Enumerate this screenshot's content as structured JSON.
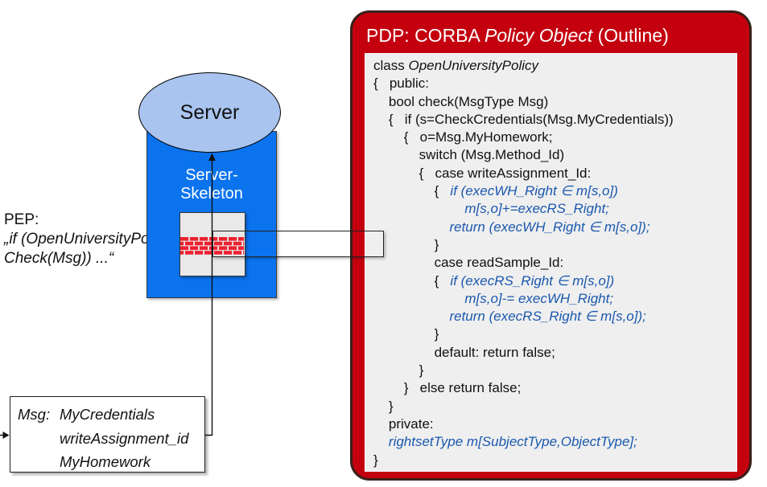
{
  "colors": {
    "accent_red": "#c4000f",
    "panel_border": "#39201a",
    "panel_inner_bg": "#efefef",
    "server_blue": "#0b73ee",
    "ellipse_blue": "#a9c4ee",
    "brick_red": "#ee2130",
    "code_blue": "#1a58ae",
    "text_black": "#111111"
  },
  "pep": {
    "line1": "PEP:",
    "line2": "„if (OpenUniversityPolicy.",
    "line3": "Check(Msg)) ...“"
  },
  "server": {
    "label": "Server",
    "skeleton_line1": "Server-",
    "skeleton_line2": "Skeleton"
  },
  "msg": {
    "label": "Msg:",
    "items": [
      "MyCredentials",
      "writeAssignment_id",
      "MyHomework"
    ]
  },
  "pdp": {
    "title_prefix": "PDP: CORBA ",
    "title_italic": "Policy Object",
    "title_suffix": " (Outline)",
    "code": [
      [
        {
          "t": "class ",
          "s": "k"
        },
        {
          "t": "OpenUniversityPolicy",
          "s": "ki"
        }
      ],
      [
        {
          "t": "{   public:",
          "s": "k"
        }
      ],
      [
        {
          "t": "    bool check(MsgType Msg)",
          "s": "k"
        }
      ],
      [
        {
          "t": "    {   if (s=CheckCredentials(Msg.MyCredentials))",
          "s": "k"
        }
      ],
      [
        {
          "t": "        {   o=Msg.MyHomework;",
          "s": "k"
        }
      ],
      [
        {
          "t": "            switch (Msg.Method_Id)",
          "s": "k"
        }
      ],
      [
        {
          "t": "            {   case writeAssignment_Id:",
          "s": "k"
        }
      ],
      [
        {
          "t": "                {   ",
          "s": "k"
        },
        {
          "t": "if (execWH_Right ∈ m[s,o])",
          "s": "b"
        }
      ],
      [
        {
          "t": "                        ",
          "s": "k"
        },
        {
          "t": "m[s,o]+=execRS_Right;",
          "s": "b"
        }
      ],
      [
        {
          "t": "                    ",
          "s": "k"
        },
        {
          "t": "return (execWH_Right ∈ m[s,o]);",
          "s": "b"
        }
      ],
      [
        {
          "t": "                }",
          "s": "k"
        }
      ],
      [
        {
          "t": "                case readSample_Id:",
          "s": "k"
        }
      ],
      [
        {
          "t": "                {   ",
          "s": "k"
        },
        {
          "t": "if (execRS_Right ∈ m[s,o])",
          "s": "b"
        }
      ],
      [
        {
          "t": "                        ",
          "s": "k"
        },
        {
          "t": "m[s,o]-= execWH_Right;",
          "s": "b"
        }
      ],
      [
        {
          "t": "                    ",
          "s": "k"
        },
        {
          "t": "return (execRS_Right ∈ m[s,o]);",
          "s": "b"
        }
      ],
      [
        {
          "t": "                }",
          "s": "k"
        }
      ],
      [
        {
          "t": "                default: return false;",
          "s": "k"
        }
      ],
      [
        {
          "t": "            }",
          "s": "k"
        }
      ],
      [
        {
          "t": "        }   else return false;",
          "s": "k"
        }
      ],
      [
        {
          "t": "    }",
          "s": "k"
        }
      ],
      [
        {
          "t": "    private:",
          "s": "k"
        }
      ],
      [
        {
          "t": "    ",
          "s": "k"
        },
        {
          "t": "rightsetType m[SubjectType,ObjectType];",
          "s": "b"
        }
      ],
      [
        {
          "t": "}",
          "s": "k"
        }
      ]
    ]
  }
}
